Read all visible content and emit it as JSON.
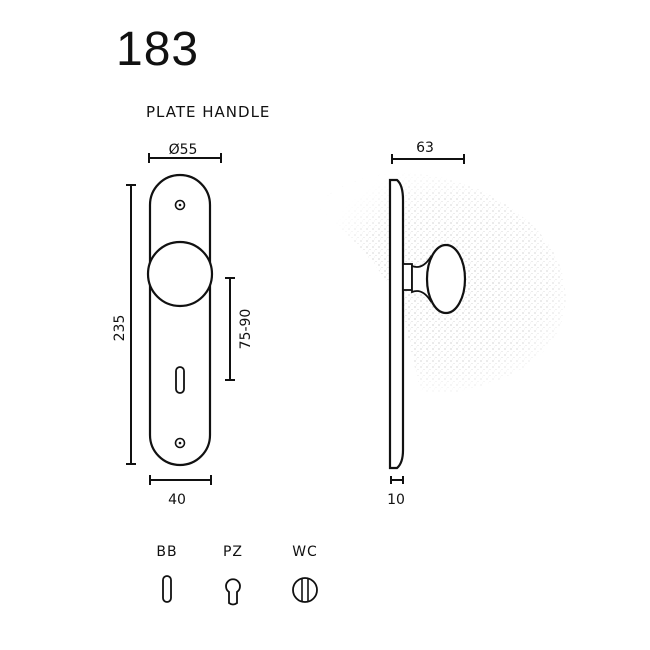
{
  "title": "183",
  "subtitle": "PLATE HANDLE",
  "dimensions": {
    "knob_diameter": "Ø55",
    "plate_height": "235",
    "rose_distance": "75-90",
    "plate_width": "40",
    "projection": "63",
    "plate_thickness": "10"
  },
  "variants": [
    {
      "label": "BB",
      "icon": "key-slot-icon"
    },
    {
      "label": "PZ",
      "icon": "profile-cylinder-icon"
    },
    {
      "label": "WC",
      "icon": "wc-turn-icon"
    }
  ]
}
